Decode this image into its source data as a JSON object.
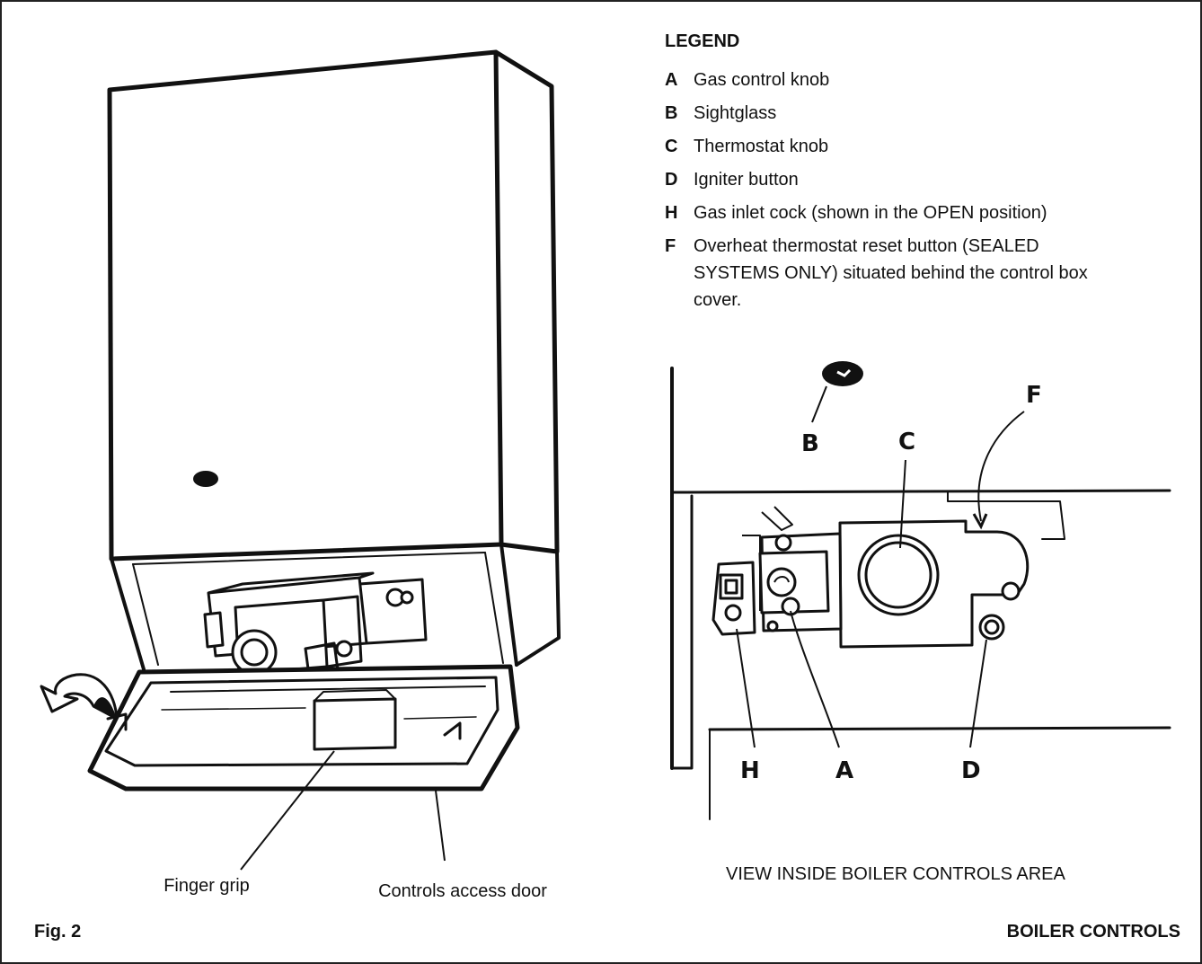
{
  "legend": {
    "title": "LEGEND",
    "items": [
      {
        "key": "A",
        "text": "Gas control knob"
      },
      {
        "key": "B",
        "text": "Sightglass"
      },
      {
        "key": "C",
        "text": "Thermostat knob"
      },
      {
        "key": "D",
        "text": "Igniter button"
      },
      {
        "key": "H",
        "text": "Gas inlet cock (shown in the OPEN position)"
      },
      {
        "key": "F",
        "text": "Overheat thermostat reset button (SEALED SYSTEMS ONLY) situated behind the control box cover."
      }
    ]
  },
  "left_diagram": {
    "finger_grip": "Finger grip",
    "access_door": "Controls access door"
  },
  "right_diagram": {
    "caption": "VIEW INSIDE BOILER CONTROLS AREA",
    "tags": {
      "b": "B",
      "c": "C",
      "f": "F",
      "h": "H",
      "a": "A",
      "d": "D"
    }
  },
  "figure": {
    "label": "Fig. 2",
    "title": "BOILER CONTROLS"
  }
}
